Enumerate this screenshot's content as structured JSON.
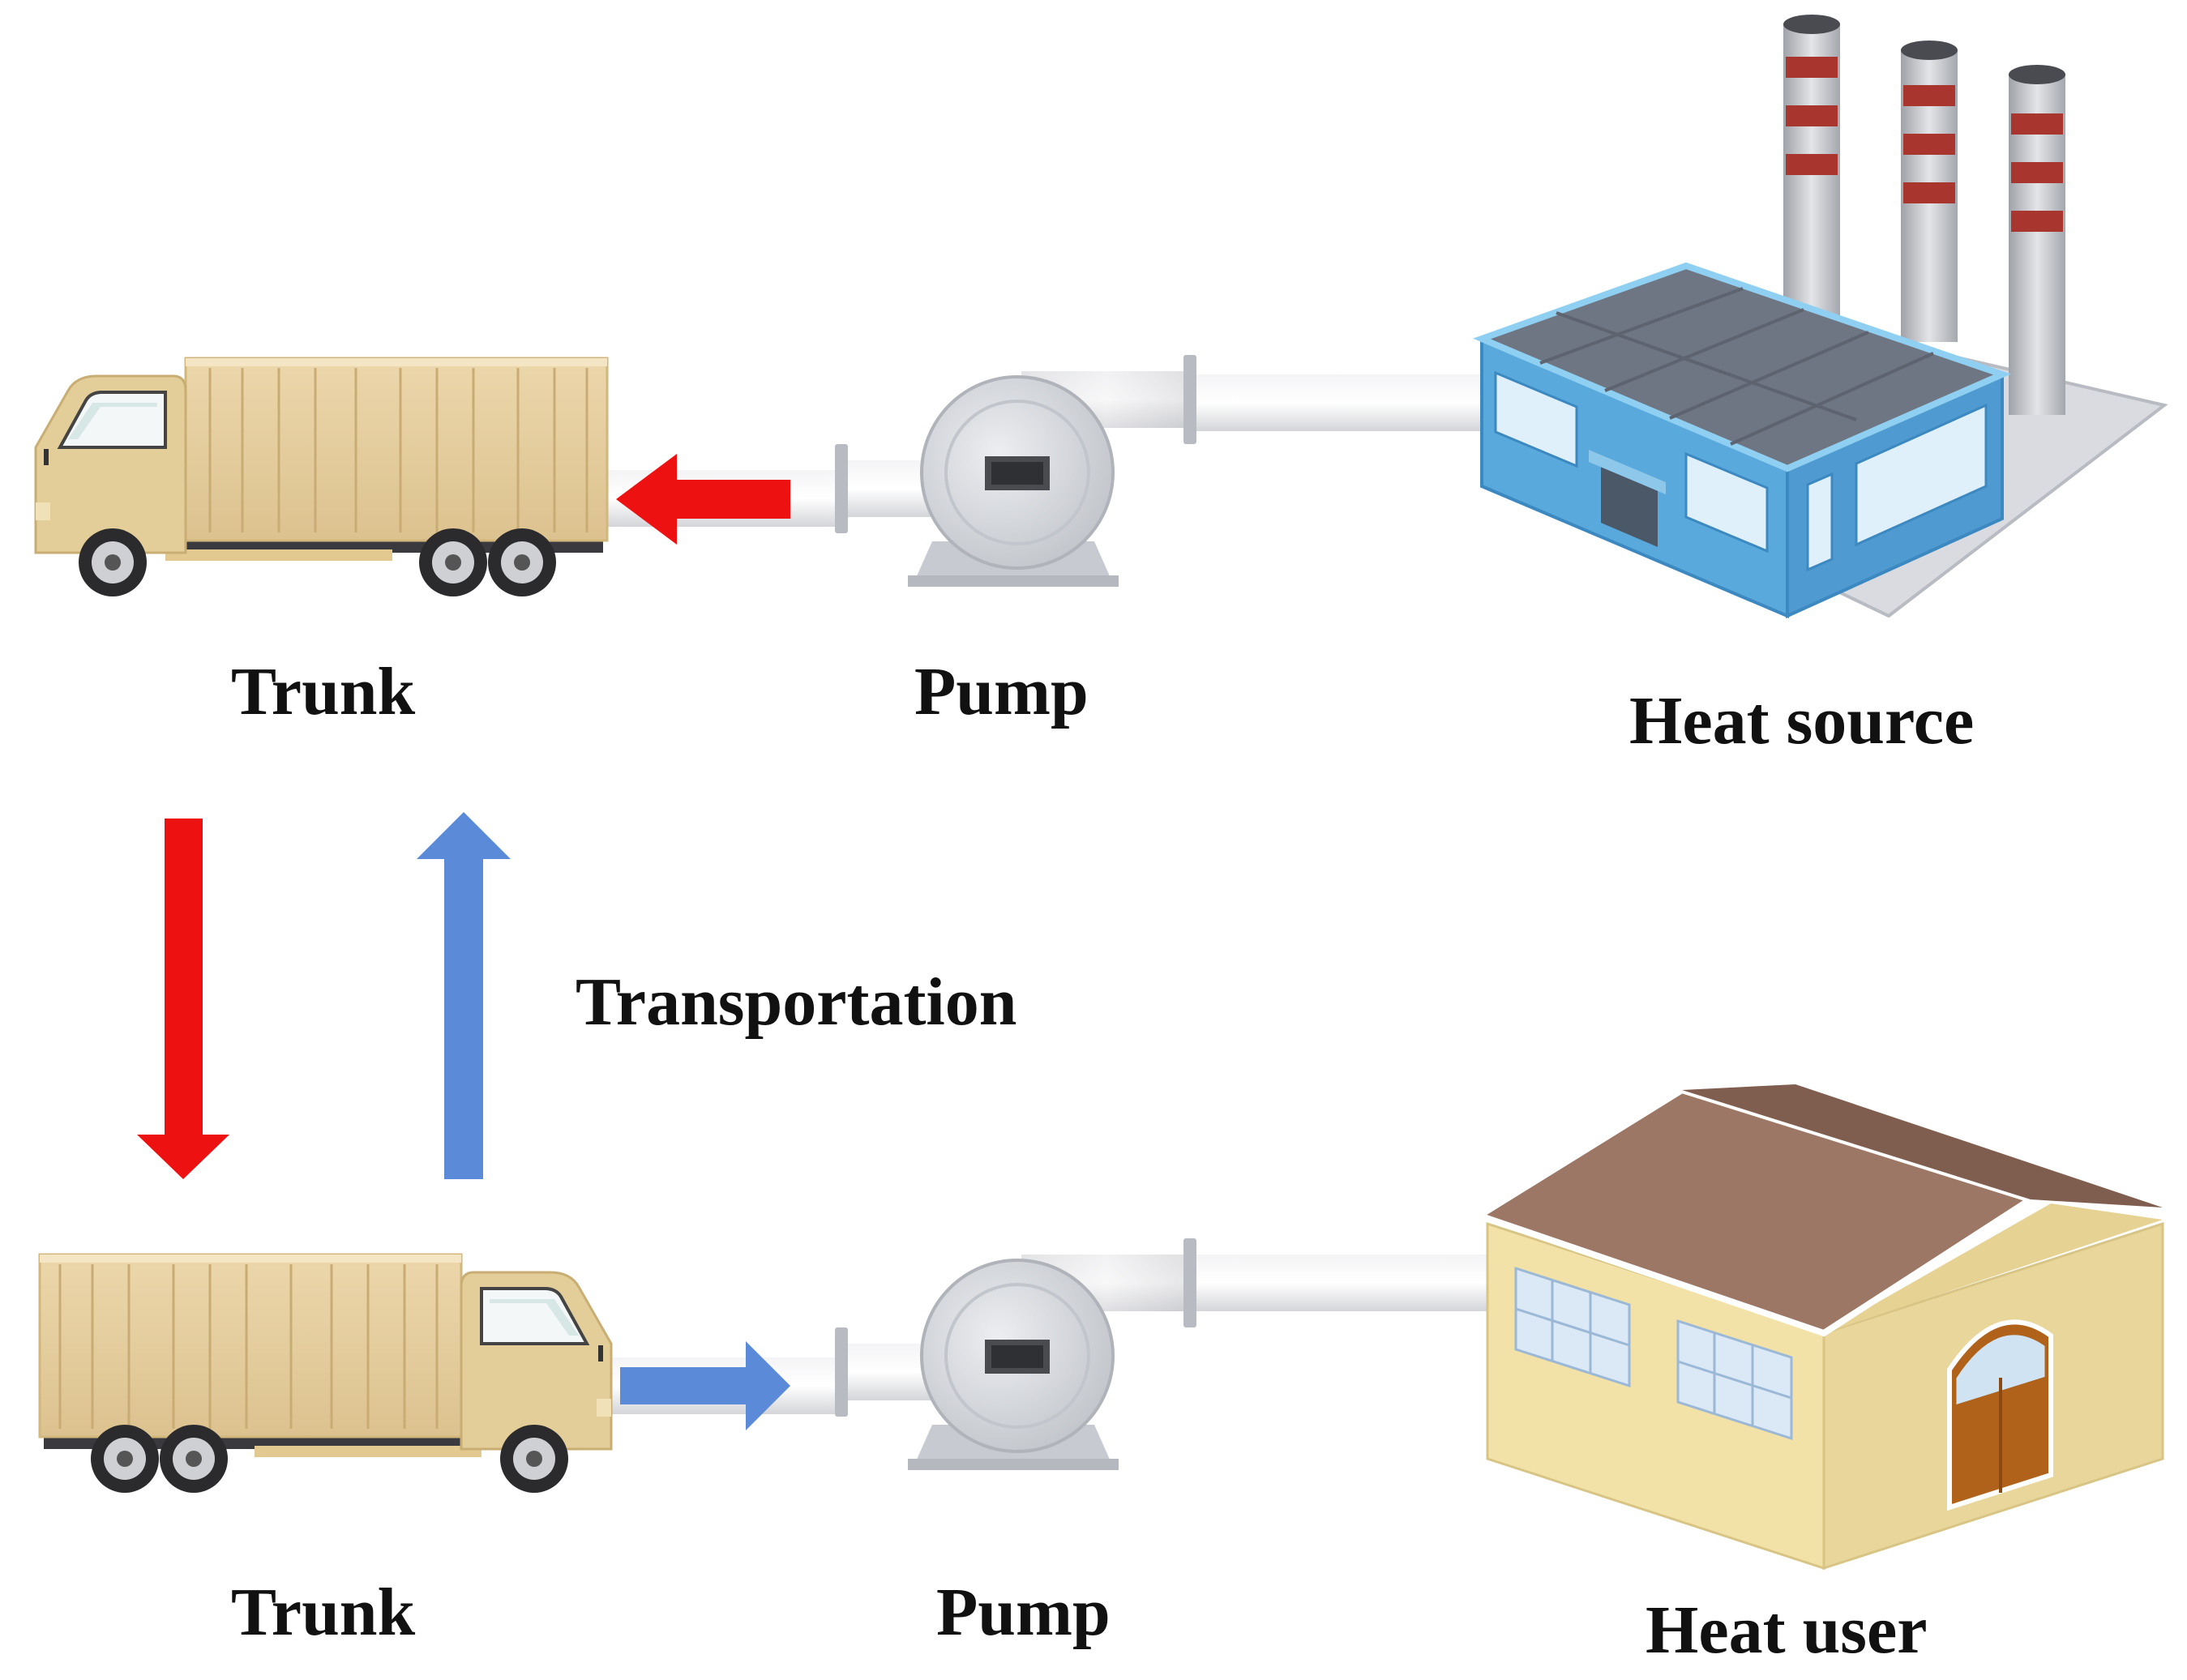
{
  "labels": {
    "truck_top": "Trunk",
    "pump_top": "Pump",
    "heat_source": "Heat source",
    "transportation": "Transportation",
    "truck_bottom": "Trunk",
    "pump_bottom": "Pump",
    "heat_user": "Heat user"
  },
  "colors": {
    "hot_arrow": "#ee1111",
    "cold_arrow": "#5b8ad8",
    "truck_cargo": "#e6cfa0",
    "truck_cab": "#e2cd9a",
    "pump_body": "#d6d8dd",
    "pipe": "#e8e8ea",
    "factory_wall": "#5aa9dc",
    "factory_roof": "#6f7683",
    "house_wall": "#f3e2a8",
    "house_roof": "#9c7766",
    "door": "#b0621a"
  },
  "icons": [
    "truck-icon",
    "pump-icon",
    "factory-icon",
    "house-icon",
    "arrow-icon"
  ]
}
